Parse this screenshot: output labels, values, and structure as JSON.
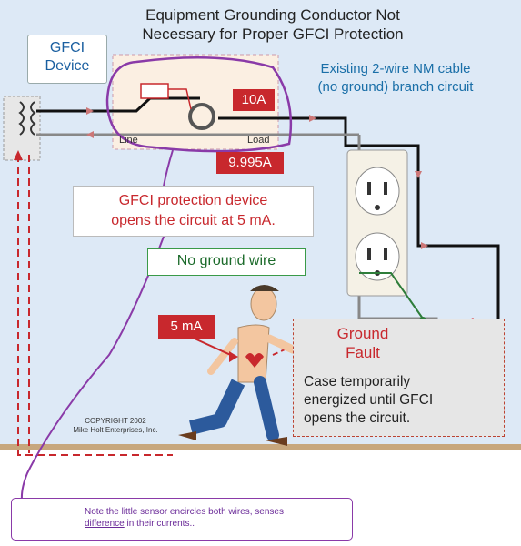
{
  "diagram": {
    "title_line1": "Equipment Grounding Conductor Not",
    "title_line2": "Necessary for Proper GFCI Protection",
    "gfci_label_line1": "GFCI",
    "gfci_label_line2": "Device",
    "cable_line1": "Existing 2-wire NM cable",
    "cable_line2": "(no ground) branch circuit",
    "current_in": "10A",
    "current_out": "9.995A",
    "line_label": "Line",
    "load_label": "Load",
    "protection_line1": "GFCI protection device",
    "protection_line2": "opens the circuit at 5 mA.",
    "no_ground": "No ground wire",
    "leak_current": "5 mA",
    "ground_fault_line1": "Ground",
    "ground_fault_line2": "Fault",
    "case_text_line1": "Case temporarily",
    "case_text_line2": "energized until GFCI",
    "case_text_line3": "opens the circuit.",
    "copyright_line1": "COPYRIGHT 2002",
    "copyright_line2": "Mike Holt Enterprises, Inc."
  },
  "annotation": {
    "note_part1": "Note the little sensor encircles both wires, senses",
    "note_emph": "difference",
    "note_part2": " in their currents.."
  },
  "colors": {
    "accent_red": "#c8282d",
    "annotation_purple": "#8a3aa8",
    "label_blue": "#1a5fa0",
    "ground_green": "#3a9a48"
  }
}
